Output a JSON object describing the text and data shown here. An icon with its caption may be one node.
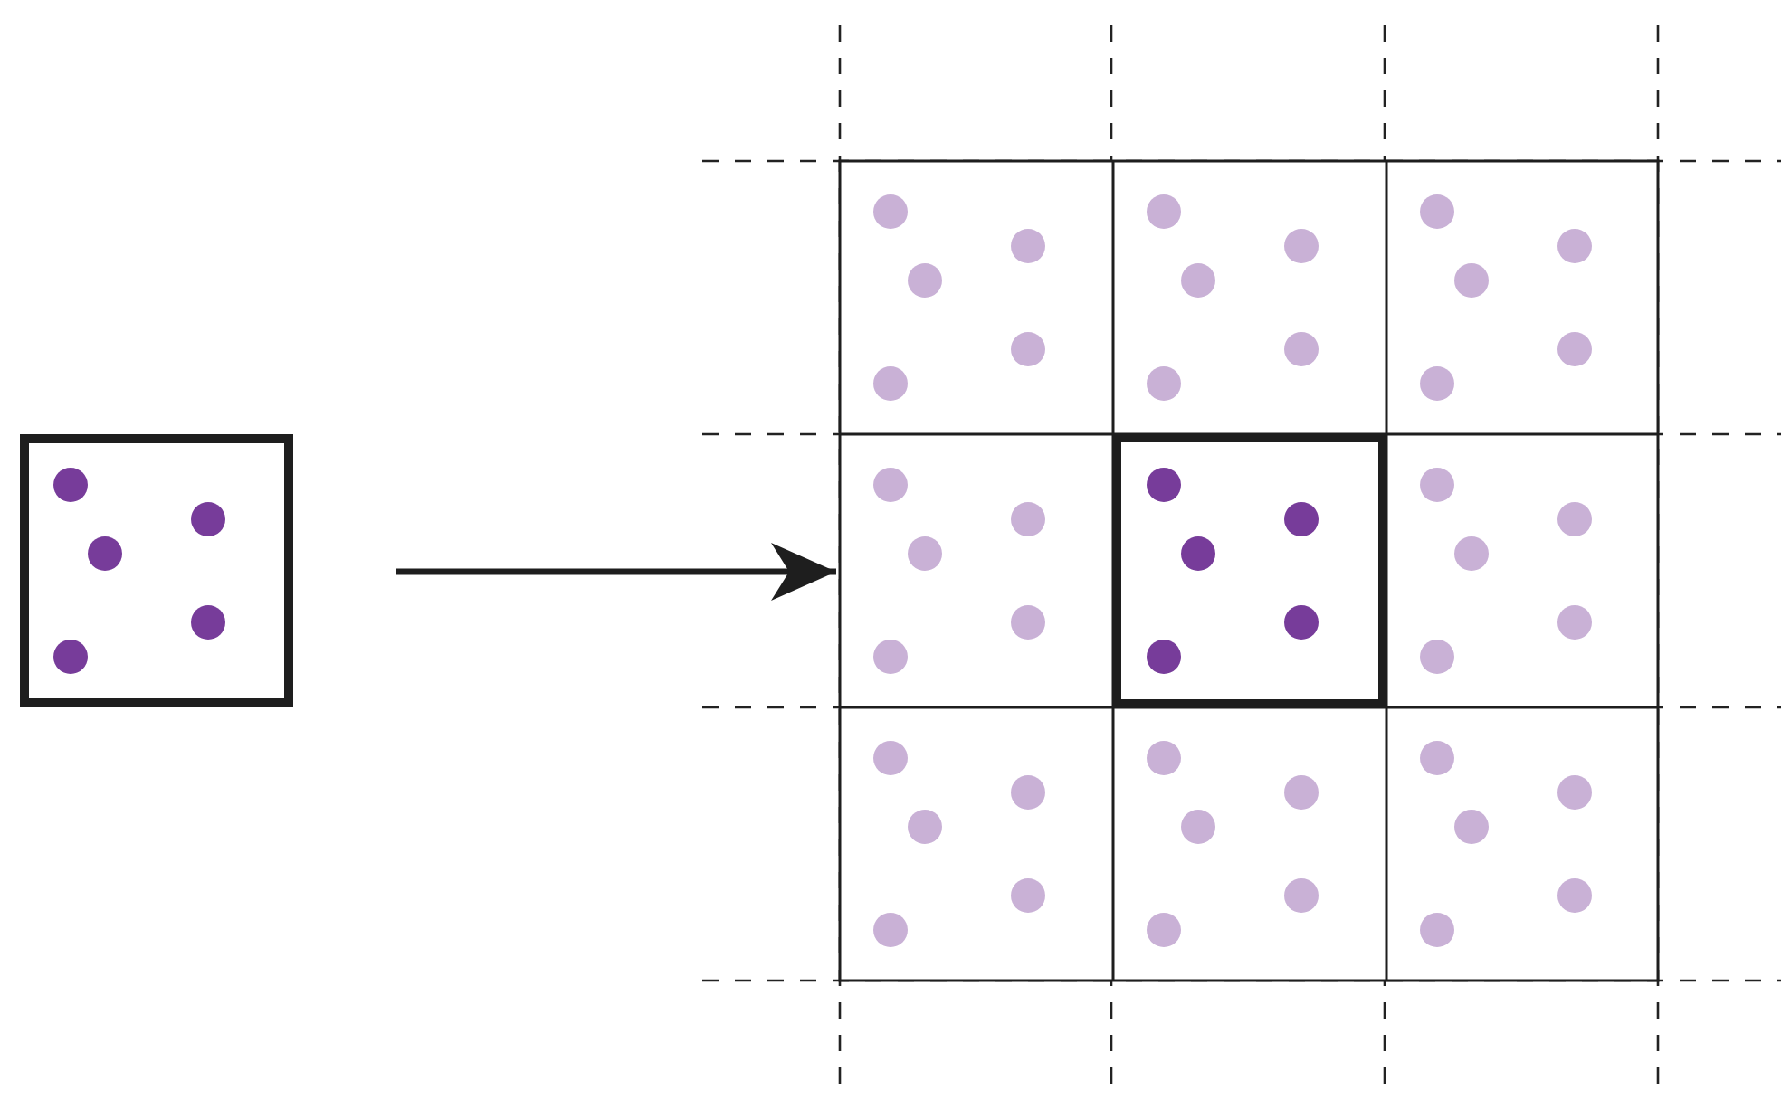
{
  "diagram": {
    "nodes": [
      {
        "text": [],
        "shape": "box"
      },
      {
        "text": [],
        "shape": "picture"
      }
    ],
    "edges": [
      {
        "from": 0,
        "to": 1,
        "arrow": "to"
      }
    ]
  }
}
